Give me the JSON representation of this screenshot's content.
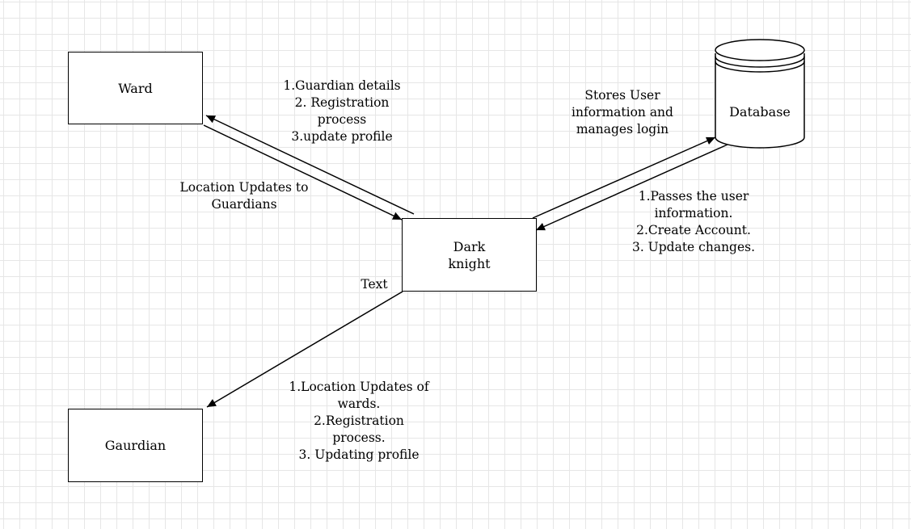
{
  "nodes": {
    "ward": "Ward",
    "dark_knight": [
      "Dark",
      "knight"
    ],
    "database": "Database",
    "guardian": "Gaurdian"
  },
  "labels": {
    "ward_edge": [
      "1.Guardian details",
      "2. Registration",
      "process",
      "3.update profile"
    ],
    "location_updates": [
      "Location Updates to",
      "Guardians"
    ],
    "database_desc": [
      "Stores User",
      "information and",
      "manages login"
    ],
    "database_edge": [
      "1.Passes the user",
      "information.",
      "2.Create Account.",
      "3. Update changes."
    ],
    "text_label": "Text",
    "guardian_edge": [
      "1.Location Updates of",
      "wards.",
      "2.Registration",
      "process.",
      "3. Updating profile"
    ]
  }
}
